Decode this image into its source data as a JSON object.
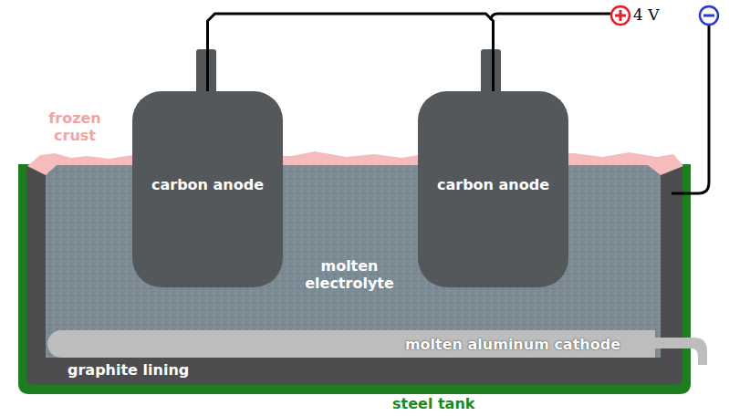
{
  "diagram": {
    "nodes": [
      {
        "text": [
          "carbon anode"
        ]
      },
      {
        "text": [
          "carbon anode"
        ]
      },
      {
        "text": [
          "molten aluminum cathode"
        ]
      }
    ],
    "edges": [
      {
        "from": 0,
        "to": 1,
        "arrow": "none"
      }
    ],
    "labels": [
      "frozen crust",
      "molten electrolyte",
      "graphite lining",
      "steel tank",
      "4 V"
    ]
  }
}
